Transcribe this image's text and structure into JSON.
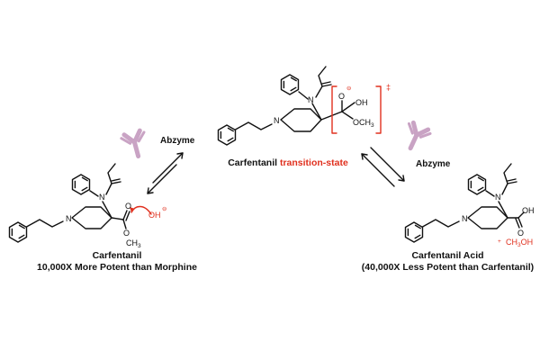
{
  "molecules": {
    "left": {
      "name": "Carfentanil",
      "subtitle": "10,000X More Potent than Morphine",
      "atoms": {
        "n_amide": "N",
        "n_ring": "N",
        "o_ester": "O",
        "o_methoxy": "O",
        "methyl": "CH",
        "methyl_sub": "3",
        "hydroxide": "OH",
        "charge": "⊖"
      }
    },
    "middle": {
      "name_part1": "Carfentanil",
      "name_part2": "transition-state",
      "atoms": {
        "n_amide": "N",
        "n_ring": "N",
        "o_minus": "O",
        "charge": "⊖",
        "oh": "OH",
        "och3": "OCH",
        "och3_sub": "3",
        "dagger": "‡"
      }
    },
    "right": {
      "name": "Carfentanil Acid",
      "subtitle": "(40,000X Less Potent than Carfentanil)",
      "atoms": {
        "n_amide": "N",
        "n_ring": "N",
        "oh": "OH",
        "o_acid": "O"
      },
      "byproduct_plus": "+",
      "byproduct": "CH",
      "byproduct_sub": "3",
      "byproduct_tail": "OH"
    }
  },
  "enzymes": [
    {
      "label": "Abzyme"
    },
    {
      "label": "Abzyme"
    }
  ],
  "colors": {
    "accent": "#e0301e",
    "antibody": "#c9a3c4",
    "ink": "#111111"
  }
}
